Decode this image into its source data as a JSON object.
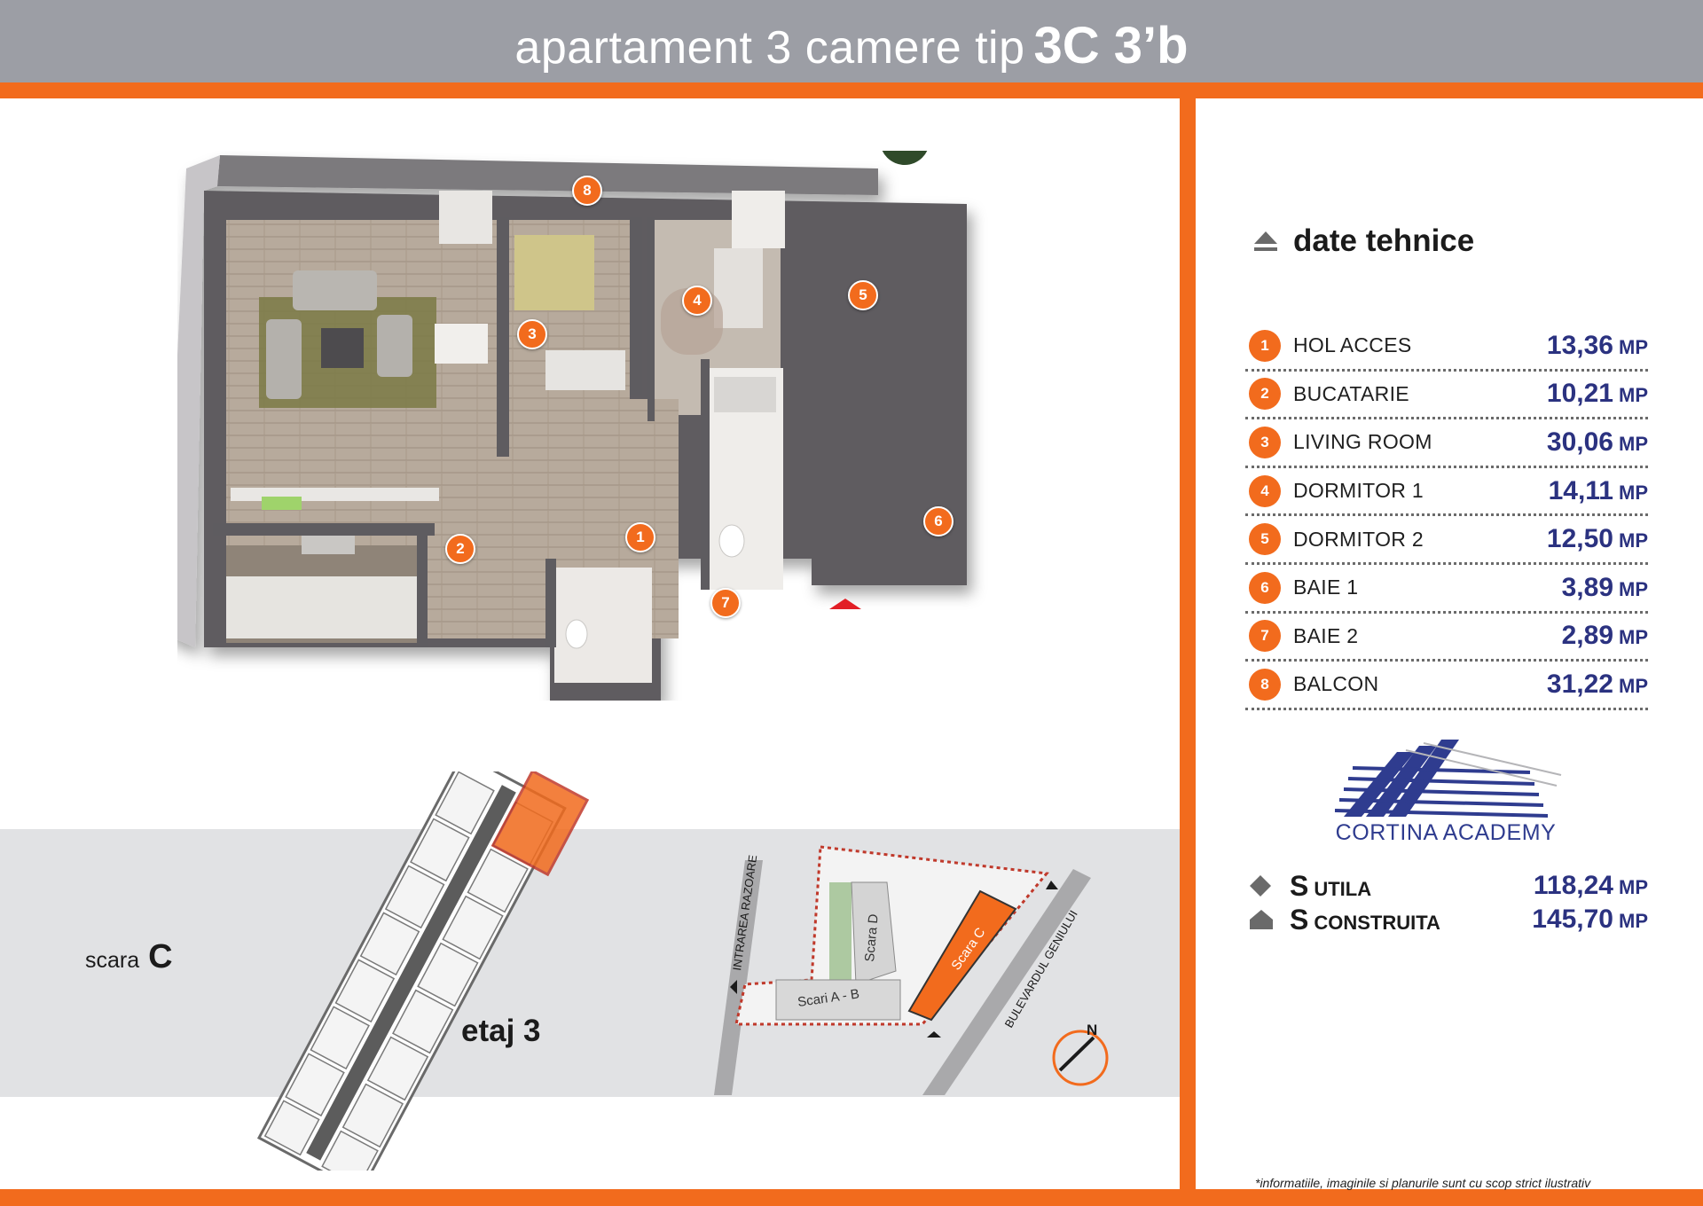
{
  "header": {
    "title_light": "apartament 3 camere tip",
    "title_bold": "3C 3’b"
  },
  "floorplan": {
    "markers": [
      "1",
      "2",
      "3",
      "4",
      "5",
      "6",
      "7",
      "8"
    ]
  },
  "tech": {
    "title": "date tehnice",
    "rooms": [
      {
        "num": "1",
        "name": "HOL ACCES",
        "area": "13,36",
        "unit": "MP"
      },
      {
        "num": "2",
        "name": "BUCATARIE",
        "area": "10,21",
        "unit": "MP"
      },
      {
        "num": "3",
        "name": "LIVING ROOM",
        "area": "30,06",
        "unit": "MP"
      },
      {
        "num": "4",
        "name": "DORMITOR 1",
        "area": "14,11",
        "unit": "MP"
      },
      {
        "num": "5",
        "name": "DORMITOR 2",
        "area": "12,50",
        "unit": "MP"
      },
      {
        "num": "6",
        "name": "BAIE 1",
        "area": "3,89",
        "unit": "MP"
      },
      {
        "num": "7",
        "name": "BAIE 2",
        "area": "2,89",
        "unit": "MP"
      },
      {
        "num": "8",
        "name": "BALCON",
        "area": "31,22",
        "unit": "MP"
      }
    ],
    "summary": [
      {
        "s": "S",
        "label": "UTILA",
        "value": "118,24",
        "unit": "MP",
        "icon": "diamond-icon"
      },
      {
        "s": "S",
        "label": "CONSTRUITA",
        "value": "145,70",
        "unit": "MP",
        "icon": "house-icon"
      }
    ]
  },
  "logo": {
    "text": "CORTINA ACADEMY"
  },
  "disclaimer": "*informatiile, imaginile si planurile sunt cu scop strict ilustrativ",
  "location": {
    "scara_label": "scara",
    "scara_letter": "C",
    "etaj": "etaj 3",
    "site_labels": {
      "street_left": "INTRAREA RAZOARE",
      "street_right": "BULEVARDUL GENIULUI",
      "scara_d": "Scara D",
      "scari_ab": "Scari A - B",
      "scara_c": "Scara C",
      "north": "N"
    }
  },
  "colors": {
    "accent": "#f26b1d",
    "header_gray": "#9c9ea5",
    "navy": "#2b3280",
    "logo_blue": "#2f3c8f"
  }
}
